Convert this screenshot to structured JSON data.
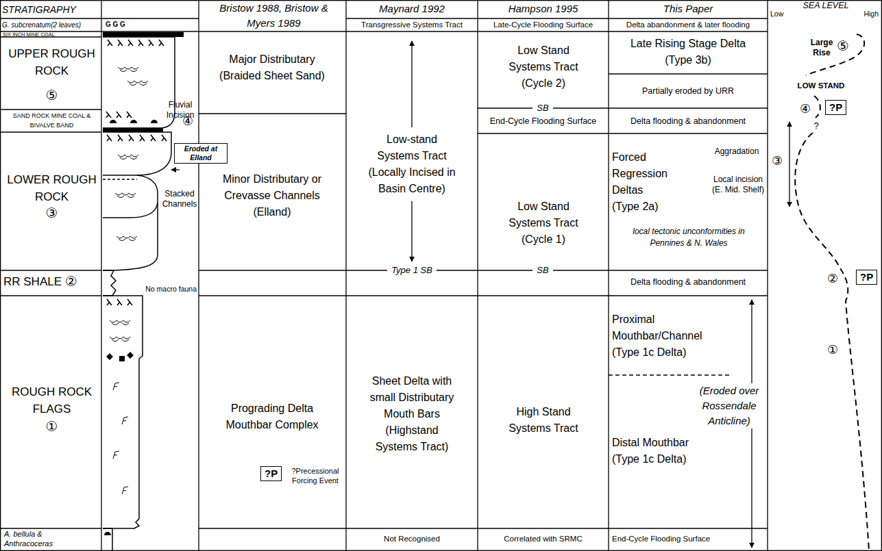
{
  "diagram": {
    "nodes": [
      {
        "text": [
          "?P"
        ]
      },
      {
        "text": [
          "Eroded at Elland"
        ]
      },
      {
        "text": [
          "?P"
        ]
      },
      {
        "text": [
          "?P"
        ]
      }
    ],
    "labels": [
      "STRATIGRAPHY",
      "Bristow 1988, Bristow & Myers 1989",
      "Maynard 1992",
      "Hampson 1995",
      "This Paper",
      "SEA LEVEL",
      "Low",
      "High",
      "G. subcrenatum(2 leaves)",
      "G G G",
      "Transgressive Systems Tract",
      "Late-Cycle Flooding Surface",
      "Delta abandonment & later flooding",
      "SIX INCH MINE COAL",
      "UPPER ROUGH ROCK",
      "⑤",
      "Large Rise",
      "⑤",
      "Major Distributary (Braided Sheet Sand)",
      "Low Stand Systems Tract (Cycle 2)",
      "Late Rising Stage Delta (Type 3b)",
      "LOW STAND",
      "Partially eroded by URR",
      "Fluvial Incision",
      "SB",
      "SAND ROCK MINE COAL & BIVALVE BAND",
      "④",
      "End-Cycle Flooding Surface",
      "Delta flooding & abandonment",
      "④",
      "?",
      "Aggradation",
      "Forced Regression Deltas (Type 2a)",
      "③",
      "LOWER ROUGH ROCK",
      "Minor Distributary or Crevasse Channels (Elland)",
      "Low-stand Systems Tract (Locally Incised in Basin Centre)",
      "Local incision (E. Mid. Shelf)",
      "Stacked Channels",
      "③",
      "Low Stand Systems Tract (Cycle 1)",
      "local tectonic unconformities in Pennines & N. Wales",
      "Type 1 SB",
      "SB",
      "RR SHALE",
      "②",
      "②",
      "Delta flooding & abandonment",
      "No macro fauna",
      "Proximal Mouthbar/Channel (Type 1c Delta)",
      "①",
      "(Eroded over Rossendale Anticline)",
      "ROUGH ROCK FLAGS",
      "Prograding Delta Mouthbar Complex",
      "Sheet Delta with small Distributary Mouth Bars (Highstand Systems Tract)",
      "High Stand Systems Tract",
      "①",
      "Distal Mouthbar (Type 1c Delta)",
      "?Precessional Forcing Event",
      "A. bellula & Anthracoceras",
      "Not Recognised",
      "Correlated with SRMC",
      "End-Cycle Flooding Surface"
    ]
  }
}
